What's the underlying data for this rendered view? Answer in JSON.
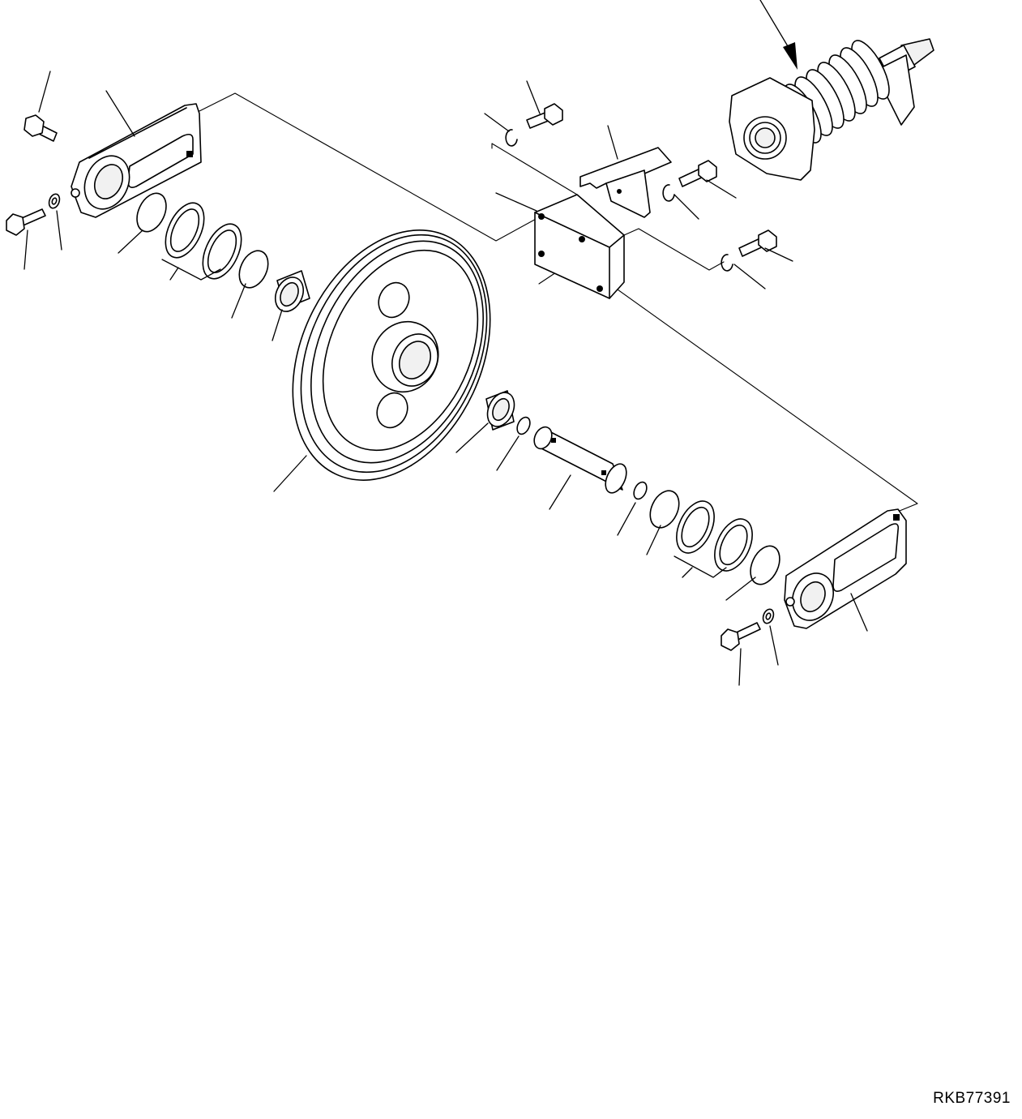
{
  "figure": {
    "reference_code": "RKB77391",
    "colors": {
      "line": "#000000",
      "background": "#ffffff"
    },
    "parts": [
      "recoil-spring-assembly",
      "idler-wheel",
      "idler-bearing-bracket-left",
      "idler-bearing-bracket-right",
      "idler-shaft",
      "bushing",
      "floating-seal",
      "o-ring",
      "support-block",
      "guard-plate",
      "bolt",
      "washer",
      "snap-ring"
    ]
  }
}
